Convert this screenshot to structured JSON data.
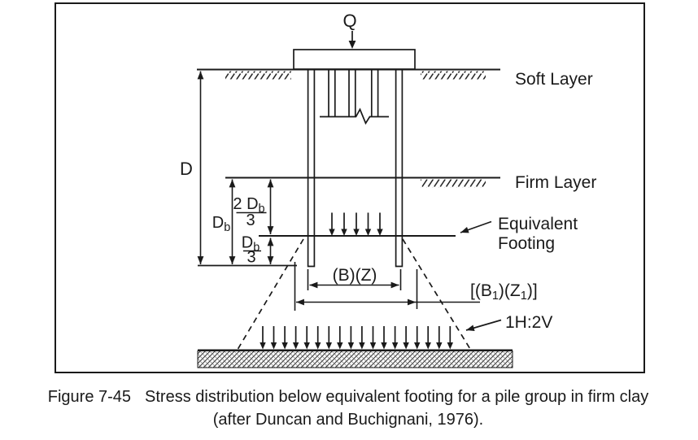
{
  "figure": {
    "load_label": "Q",
    "soft_layer": "Soft Layer",
    "firm_layer": "Firm Layer",
    "equivalent_footing_line1": "Equivalent",
    "equivalent_footing_line2": "Footing",
    "dim_D": "D",
    "dim_Db_main": "D",
    "dim_Db_sub": "b",
    "frac_upper_num_main": "2 D",
    "frac_upper_num_sub": "b",
    "frac_upper_den": "3",
    "frac_lower_num_main": "D",
    "frac_lower_num_sub": "b",
    "frac_lower_den": "3",
    "dim_BZ": "(B)(Z)",
    "dim_B1Z1_p1": "[(B",
    "dim_B1Z1_s1": "1",
    "dim_B1Z1_p2": ")(Z",
    "dim_B1Z1_s2": "1",
    "dim_B1Z1_p3": ")]",
    "slope": "1H:2V"
  },
  "caption": {
    "number": "Figure 7-45",
    "title": "Stress distribution below equivalent footing for a pile group in firm clay",
    "credit": "(after Duncan and Buchignani, 1976)."
  },
  "colors": {
    "ink": "#1a1a1a",
    "background": "#ffffff"
  }
}
